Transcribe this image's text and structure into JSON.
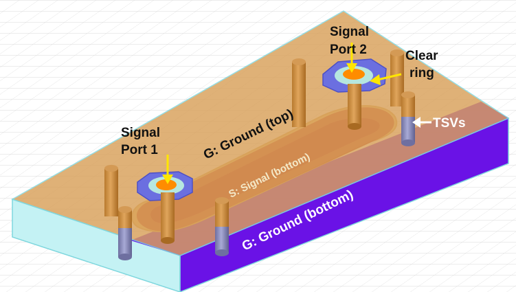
{
  "labels": {
    "signal_port_1_line1": "Signal",
    "signal_port_1_line2": "Port 1",
    "signal_port_2_line1": "Signal",
    "signal_port_2_line2": "Port 2",
    "clear_ring_line1": "Clear",
    "clear_ring_line2": "ring",
    "ground_top": "G: Ground (top)",
    "signal_bottom": "S: Signal (bottom)",
    "ground_bottom": "G: Ground (bottom)",
    "tsvs": "TSVs"
  },
  "colors": {
    "top_ground_plane": "#d9a05a",
    "bottom_ground_plane": "#6a12e6",
    "signal_trace": "#e3c27a",
    "tsv_pillar": "#c8893a",
    "tsv_bottom_part": "#7d7fb4",
    "port_pad": "#ff8c00",
    "clear_ring": "#6b6fe0",
    "arrow": "#ffe600",
    "substrate_edge": "#aef0f5",
    "grid": "#d0d0d0"
  },
  "icons": {
    "arrow": "yellow-arrow"
  }
}
